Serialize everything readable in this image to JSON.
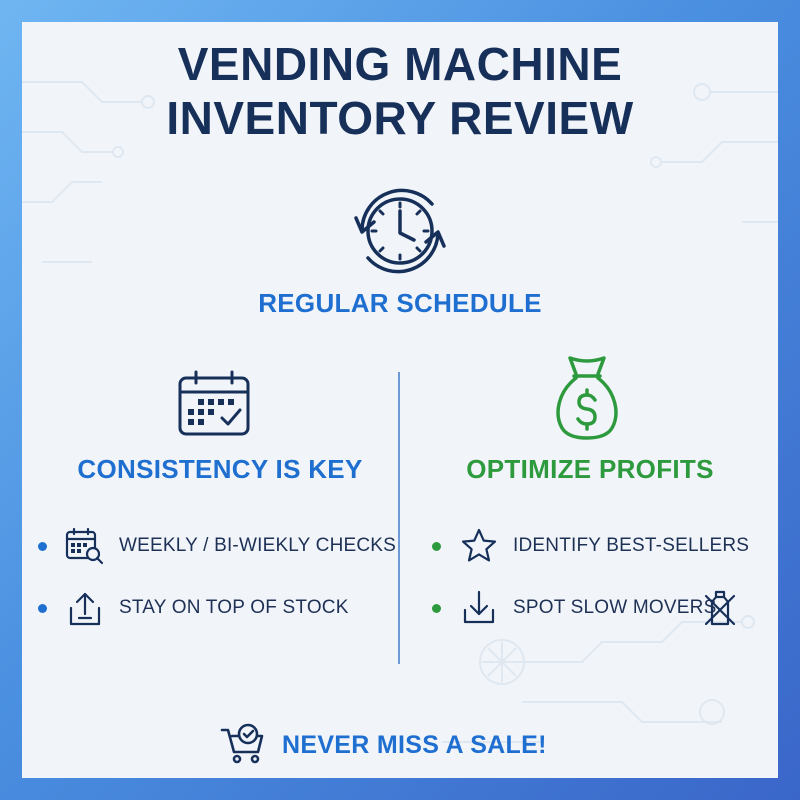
{
  "title": {
    "line1": "VENDING MACHINE",
    "line2": "INVENTORY REVIEW"
  },
  "schedule": {
    "icon": "clock-refresh-icon",
    "label": "REGULAR SCHEDULE"
  },
  "left_column": {
    "icon": "calendar-check-icon",
    "heading": "CONSISTENCY IS KEY",
    "items": [
      {
        "icon": "calendar-search-icon",
        "label": "WEEKLY / BI-WIEKLY CHECKS"
      },
      {
        "icon": "box-upload-icon",
        "label": "STAY ON TOP OF STOCK"
      }
    ]
  },
  "right_column": {
    "icon": "money-bag-icon",
    "heading": "OPTIMIZE PROFITS",
    "items": [
      {
        "icon": "star-icon",
        "label": "IDENTIFY BEST-SELLERS"
      },
      {
        "icon": "download-tray-icon",
        "label": "SPOT SLOW MOVERS"
      }
    ],
    "extra_icon": "crossed-bottle-icon"
  },
  "footer": {
    "icon": "cart-check-icon",
    "label": "NEVER MISS A SALE!"
  },
  "colors": {
    "navy": "#17305a",
    "blue": "#1f6fd0",
    "green": "#2e9a3e",
    "card": "#f1f5fa"
  }
}
